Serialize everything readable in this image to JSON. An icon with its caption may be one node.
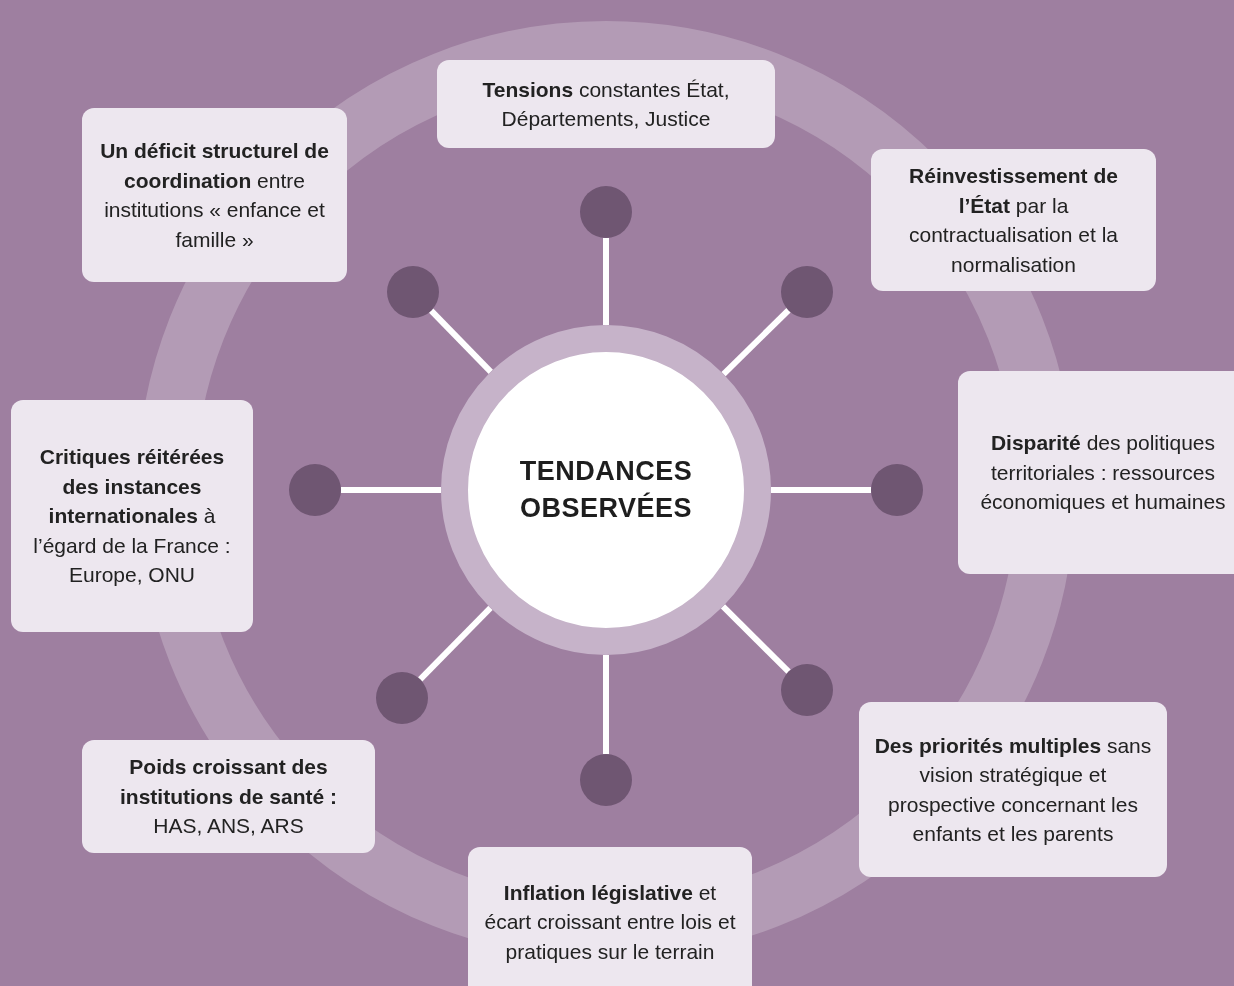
{
  "diagram": {
    "nodes": [
      {
        "text": [
          "TENDANCES OBSERVÉES"
        ]
      },
      {
        "text": [],
        "shape": "circle"
      },
      {
        "text": [],
        "shape": "circle"
      },
      {
        "text": [],
        "shape": "circle"
      },
      {
        "text": [],
        "shape": "circle"
      },
      {
        "text": [],
        "shape": "circle"
      },
      {
        "text": [],
        "shape": "circle"
      },
      {
        "text": [],
        "shape": "circle"
      },
      {
        "text": [],
        "shape": "circle"
      },
      {
        "text": [
          "**Tensions** constantes État, Départements, Justice"
        ]
      },
      {
        "text": [
          "**Un déficit structurel de coordination** entre institutions « enfance et famille »"
        ]
      },
      {
        "text": [
          "**Réinvestissement de l’État** par la contractualisation et la normalisation"
        ]
      },
      {
        "text": [
          "**Critiques réitérées des instances internationales** à l’égard de la France : Europe, ONU"
        ]
      },
      {
        "text": [
          "**Disparité** des politiques territoriales : ressources économiques et humaines"
        ]
      },
      {
        "text": [
          "**Poids croissant des institutions de santé :** HAS, ANS, ARS"
        ]
      },
      {
        "text": [
          "**Des priorités multiples** sans vision stratégique et prospective concernant les enfants et les parents"
        ]
      },
      {
        "text": [
          "**Inflation législative** et écart croissant entre lois et pratiques sur le terrain"
        ]
      }
    ],
    "edges": [
      {
        "from": 0,
        "to": 1,
        "arrow": "none"
      },
      {
        "from": 0,
        "to": 2,
        "arrow": "none"
      },
      {
        "from": 0,
        "to": 3,
        "arrow": "none"
      },
      {
        "from": 0,
        "to": 4,
        "arrow": "none"
      },
      {
        "from": 0,
        "to": 5,
        "arrow": "none"
      },
      {
        "from": 0,
        "to": 6,
        "arrow": "none"
      },
      {
        "from": 0,
        "to": 7,
        "arrow": "none"
      },
      {
        "from": 0,
        "to": 8,
        "arrow": "none"
      }
    ]
  }
}
